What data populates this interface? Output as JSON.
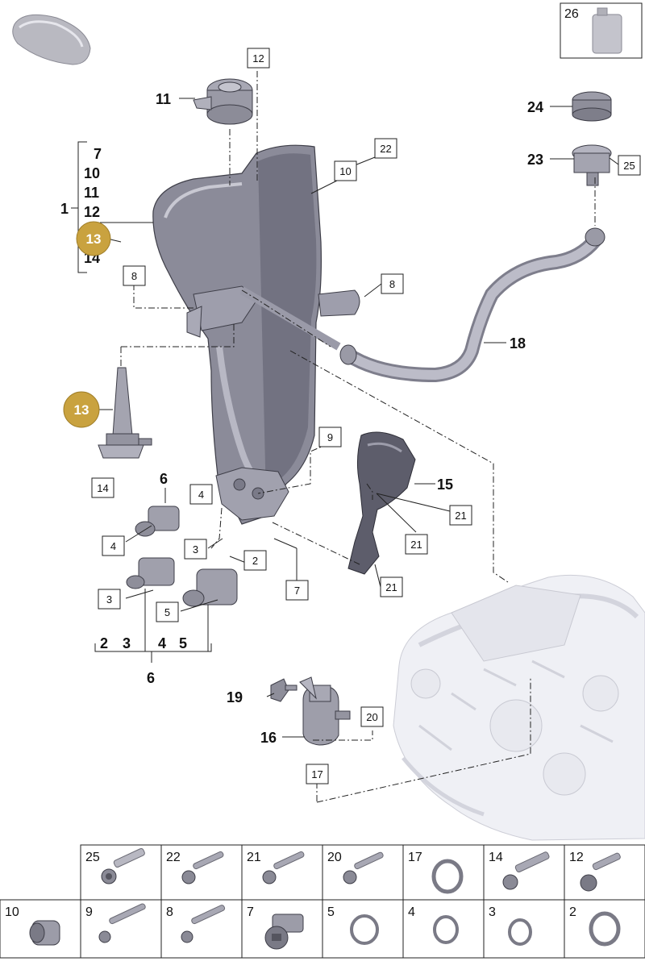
{
  "colors": {
    "callout_gold": "#c9a23f",
    "part_grey": "#a4a4ae",
    "tank_dark": "#6c6c7a",
    "engine_ghost": "#d6d7df"
  },
  "callouts": {
    "n1": "1",
    "n2": "2",
    "n3": "3",
    "n4": "4",
    "n5": "5",
    "n6": "6",
    "n7": "7",
    "n8": "8",
    "n9": "9",
    "n10": "10",
    "n11": "11",
    "n12": "12",
    "n13": "13",
    "n14": "14",
    "n15": "15",
    "n16": "16",
    "n17": "17",
    "n18": "18",
    "n19": "19",
    "n20": "20",
    "n21": "21",
    "n22": "22",
    "n23": "23",
    "n24": "24",
    "n25": "25",
    "n26": "26"
  },
  "bracket_group_1": [
    "7",
    "10",
    "11",
    "12",
    "13",
    "14"
  ],
  "bracket_group_6": [
    "2",
    "3",
    "4",
    "5"
  ],
  "parts_table": {
    "row1": [
      "25",
      "22",
      "21",
      "20",
      "17",
      "14",
      "12"
    ],
    "row2": [
      "10",
      "9",
      "8",
      "7",
      "5",
      "4",
      "3",
      "2"
    ]
  }
}
